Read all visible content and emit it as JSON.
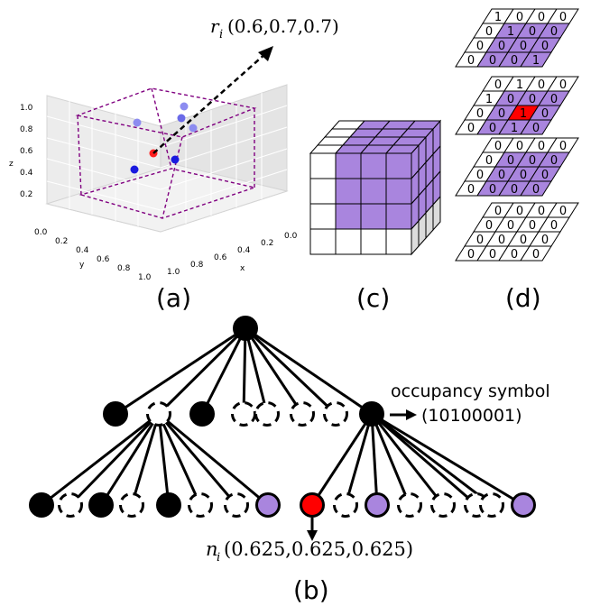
{
  "panels": {
    "a": {
      "caption": "(a)",
      "point_label": "r",
      "point_sub": "i",
      "point_coords": "(0.6,0.7,0.7)",
      "z_axis_label": "z",
      "y_axis_label": "y",
      "x_axis_label": "x",
      "z_ticks": [
        "1.0",
        "0.8",
        "0.6",
        "0.4",
        "0.2"
      ],
      "y_ticks": [
        "0.0",
        "0.2",
        "0.4",
        "0.6",
        "0.8",
        "1.0"
      ],
      "x_ticks": [
        "0.0",
        "0.2",
        "0.4",
        "0.6",
        "0.8",
        "1.0"
      ],
      "colors": {
        "highlight": "#ff2020",
        "points": "#1a1adf",
        "points_faded": "#8c8cf0",
        "bbox": "#800080"
      }
    },
    "c": {
      "caption": "(c)",
      "colors": {
        "fill": "#a985de",
        "empty": "#ffffff"
      }
    },
    "d": {
      "caption": "(d)",
      "layers": [
        {
          "rows": [
            [
              "1",
              "0",
              "0",
              "0"
            ],
            [
              "0",
              "1",
              "0",
              "0"
            ],
            [
              "0",
              "0",
              "0",
              "0"
            ],
            [
              "0",
              "0",
              "0",
              "1"
            ]
          ],
          "fill": [
            [
              0,
              0,
              0,
              0
            ],
            [
              0,
              1,
              1,
              1
            ],
            [
              0,
              1,
              1,
              1
            ],
            [
              0,
              1,
              1,
              1
            ]
          ]
        },
        {
          "rows": [
            [
              "0",
              "1",
              "0",
              "0"
            ],
            [
              "1",
              "0",
              "0",
              "0"
            ],
            [
              "0",
              "0",
              "1",
              "0"
            ],
            [
              "0",
              "0",
              "1",
              "0"
            ]
          ],
          "fill": [
            [
              0,
              0,
              0,
              0
            ],
            [
              0,
              1,
              1,
              1
            ],
            [
              0,
              1,
              2,
              1
            ],
            [
              0,
              1,
              1,
              1
            ]
          ]
        },
        {
          "rows": [
            [
              "0",
              "0",
              "0",
              "0"
            ],
            [
              "0",
              "0",
              "0",
              "0"
            ],
            [
              "0",
              "0",
              "0",
              "0"
            ],
            [
              "0",
              "0",
              "0",
              "0"
            ]
          ],
          "fill": [
            [
              0,
              0,
              0,
              0
            ],
            [
              0,
              1,
              1,
              1
            ],
            [
              0,
              1,
              1,
              1
            ],
            [
              0,
              1,
              1,
              1
            ]
          ]
        },
        {
          "rows": [
            [
              "0",
              "0",
              "0",
              "0"
            ],
            [
              "0",
              "0",
              "0",
              "0"
            ],
            [
              "0",
              "0",
              "0",
              "0"
            ],
            [
              "0",
              "0",
              "0",
              "0"
            ]
          ],
          "fill": [
            [
              0,
              0,
              0,
              0
            ],
            [
              0,
              0,
              0,
              0
            ],
            [
              0,
              0,
              0,
              0
            ],
            [
              0,
              0,
              0,
              0
            ]
          ]
        }
      ],
      "colors": {
        "fill": "#a985de",
        "highlight": "#ff0000"
      }
    },
    "b": {
      "caption": "(b)",
      "occupancy_label": "occupancy symbol",
      "occupancy_code": "(10100001)",
      "node_label": "n",
      "node_sub": "i",
      "node_coords": "(0.625,0.625,0.625)",
      "level1": [
        "occupied",
        "empty",
        "occupied",
        "empty",
        "empty",
        "empty",
        "empty",
        "occupied"
      ],
      "level2_left": [
        "occupied",
        "empty",
        "occupied",
        "empty",
        "occupied",
        "empty",
        "empty",
        "purple"
      ],
      "level2_right": [
        "red",
        "empty",
        "purple",
        "empty",
        "empty",
        "empty",
        "empty",
        "purple"
      ],
      "colors": {
        "occupied": "#000000",
        "purple": "#a985de",
        "red": "#ff0000"
      }
    }
  }
}
